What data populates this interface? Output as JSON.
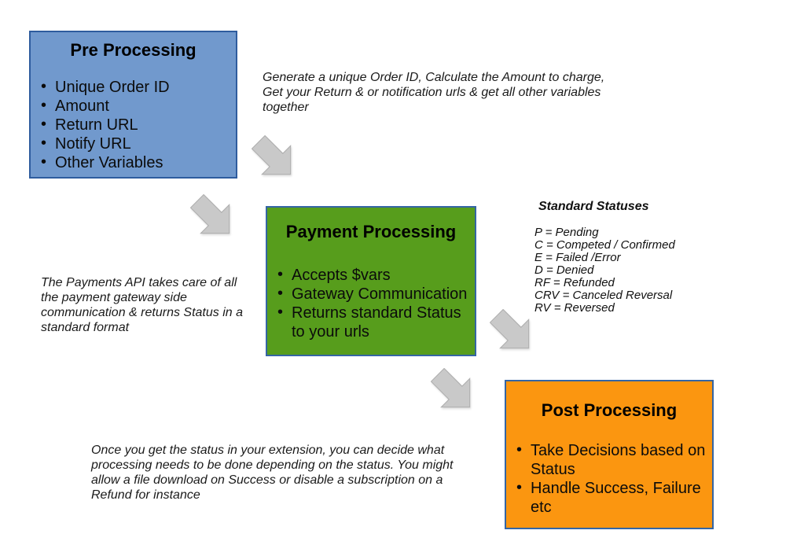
{
  "colors": {
    "background": "#FFFFFF",
    "pre_fill": "#7199CD",
    "pre_border": "#2E5C9E",
    "payment_fill": "#579D1C",
    "payment_border": "#3465A4",
    "post_fill": "#FB9610",
    "post_border": "#3465A4",
    "arrow_fill": "#C9C9C9",
    "text": "#1A1A1A"
  },
  "boxes": {
    "pre": {
      "title": "Pre Processing",
      "items": [
        "Unique Order ID",
        "Amount",
        "Return URL",
        "Notify URL",
        "Other Variables"
      ]
    },
    "payment": {
      "title": "Payment Processing",
      "items": [
        "Accepts $vars",
        "Gateway Communication",
        "Returns standard Status to your urls"
      ]
    },
    "post": {
      "title": "Post Processing",
      "items": [
        "Take Decisions based on Status",
        "Handle Success, Failure etc"
      ]
    }
  },
  "annotations": {
    "pre_note": "Generate a unique Order ID, Calculate the Amount to charge, Get your Return & or notification urls & get all other variables together",
    "payment_note": "The Payments API takes care of all the payment gateway side communication & returns Status in a standard format",
    "post_note": "Once you get the status in your extension, you can decide what processing needs to be done depending on the status. You might allow a file download on Success or disable a subscription on a Refund for instance"
  },
  "statuses": {
    "title": "Standard Statuses",
    "items": [
      "P = Pending",
      "C = Competed / Confirmed",
      "E = Failed /Error",
      "D = Denied",
      "RF = Refunded",
      "CRV = Canceled Reversal",
      "RV = Reversed"
    ]
  }
}
